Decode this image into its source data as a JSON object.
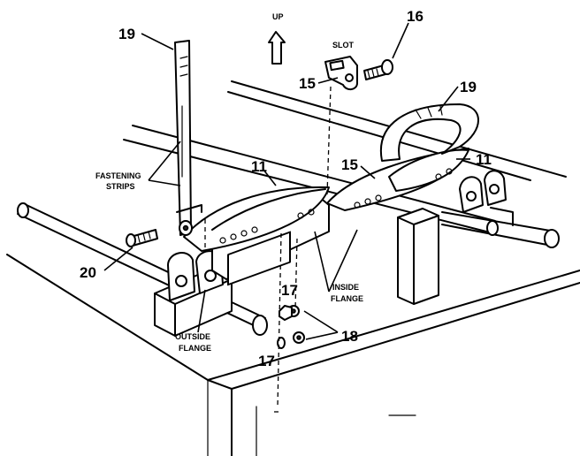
{
  "labels": {
    "up": "UP",
    "slot": "SLOT",
    "fastening_strips_line1": "FASTENING",
    "fastening_strips_line2": "STRIPS",
    "inside_flange_line1": "INSIDE",
    "inside_flange_line2": "FLANGE",
    "outside_flange_line1": "OUTSIDE",
    "outside_flange_line2": "FLANGE"
  },
  "callouts": {
    "c19_left": "19",
    "c16": "16",
    "c15_top": "15",
    "c19_right": "19",
    "c11_left": "11",
    "c15_mid": "15",
    "c11_right": "11",
    "c20": "20",
    "c17_top": "17",
    "c18": "18",
    "c17_bottom": "17"
  }
}
